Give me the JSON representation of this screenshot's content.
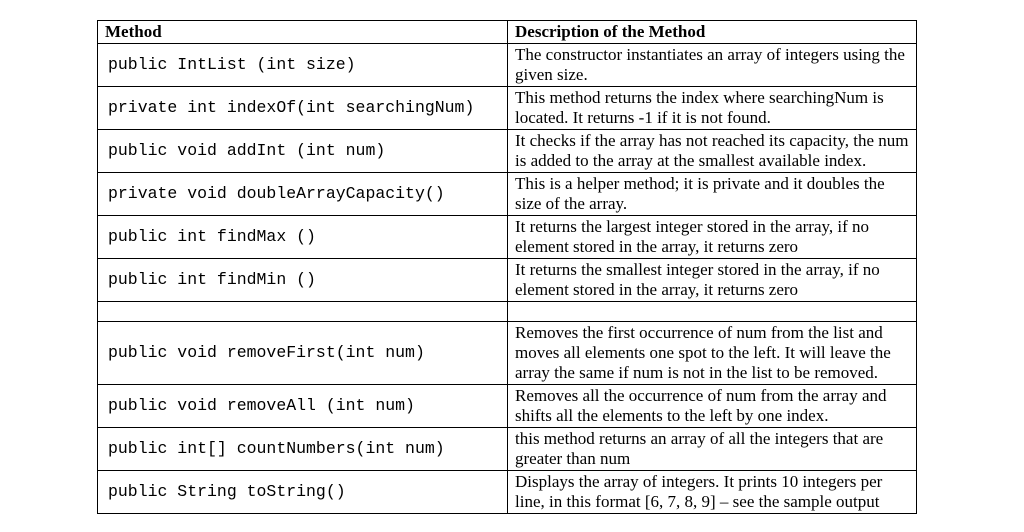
{
  "table": {
    "headers": {
      "method": "Method",
      "description": "Description of the Method"
    },
    "rows": [
      {
        "method": "public IntList (int size)",
        "description": "The constructor instantiates an array of integers using the given size."
      },
      {
        "method": "private int indexOf(int searchingNum)",
        "description": "This method returns the index where searchingNum is located. It returns -1 if it is not found."
      },
      {
        "method": "public void addInt (int num)",
        "description": "It checks if the array has not reached its capacity, the num is added to the array at the smallest available index."
      },
      {
        "method": "private void doubleArrayCapacity()",
        "description": "This is a helper method; it is private and it doubles the size of the array."
      },
      {
        "method": "public int findMax ()",
        "description": "It returns the largest integer stored in the array, if no element stored in the array, it returns zero"
      },
      {
        "method": "public int findMin ()",
        "description": "It returns the smallest integer stored in the array, if no element stored in the array, it returns zero"
      },
      {
        "method": "",
        "description": ""
      },
      {
        "method": "public void removeFirst(int num)",
        "description": "Removes the first occurrence of num from the list and moves all elements one spot to the left. It will leave the array the same if num is not in the list to be removed."
      },
      {
        "method": "public void removeAll (int num)",
        "description": "Removes all the occurrence of num from the array and shifts all the elements to the left by one index."
      },
      {
        "method": "public int[] countNumbers(int num)",
        "description": "this method returns an array of all the integers that are greater than num"
      },
      {
        "method": "public String toString()",
        "description": "Displays the array of integers. It prints 10 integers per line, in this format [6, 7, 8, 9] – see the sample output"
      }
    ]
  }
}
